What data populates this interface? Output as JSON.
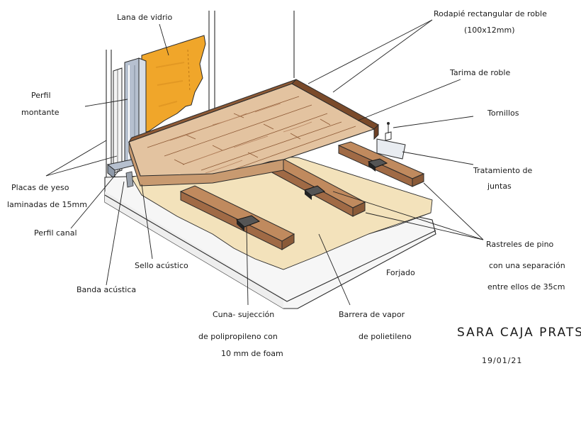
{
  "labels": {
    "lana_vidrio": "Lana de vidrio",
    "rodapie_1": "Rodapié rectangular de roble",
    "rodapie_2": "(100x12mm)",
    "tarima": "Tarima de roble",
    "perfil_montante_1": "Perfil",
    "perfil_montante_2": "montante",
    "tornillos": "Tornillos",
    "placas_1": "Placas de yeso",
    "placas_2": "laminadas de 15mm",
    "tratamiento_1": "Tratamiento de",
    "tratamiento_2": "juntas",
    "perfil_canal": "Perfil canal",
    "rastreles_1": "Rastreles de pino",
    "rastreles_2": "con una separación",
    "rastreles_3": "entre ellos de 35cm",
    "sello": "Sello acústico",
    "forjado": "Forjado",
    "banda": "Banda acústica",
    "cuna_1": "Cuna- sujección",
    "cuna_2": "de polipropileno con",
    "cuna_3": "10 mm de foam",
    "barrera_1": "Barrera de vapor",
    "barrera_2": "de polietileno"
  },
  "signature": {
    "name": "SARA CAJA PRATS",
    "date": "19/01/21"
  },
  "colors": {
    "insulation": "#f0a62a",
    "oak_floor": "#e3c3a0",
    "oak_border": "#8e5a36",
    "pine_batten": "#a06a45",
    "vapor_barrier": "#f3e2bb",
    "metal_profile": "#b6c0cf",
    "slab": "#f6f6f6"
  }
}
